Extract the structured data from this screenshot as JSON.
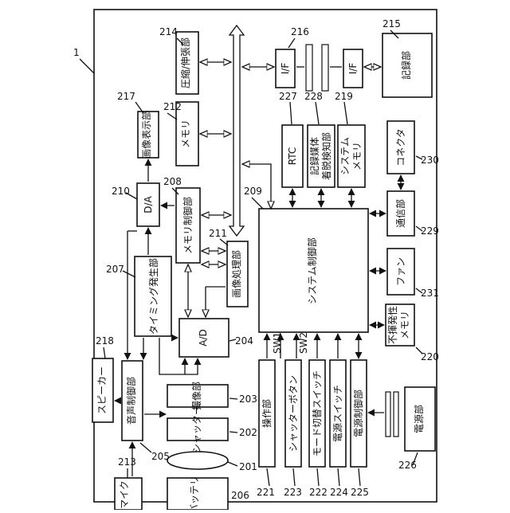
{
  "diagram": {
    "device_ref": "1",
    "blocks": {
      "compress": "圧縮/伸張部",
      "memory": "メモリ",
      "image_display": "画像表示部",
      "da": "D/A",
      "memory_control": "メモリ制御部",
      "timing": "タイミング発生部",
      "image_processing": "画像処理部",
      "ad": "A/D",
      "speaker": "スピーカー",
      "audio_control": "音声制御部",
      "imaging": "撮像部",
      "shutter": "シャッター",
      "mic": "マイク",
      "battery": "バッテリ",
      "operation": "操作部",
      "shutter_button": "シャッターボタン",
      "mode_switch": "モード切替スイッチ",
      "power_switch": "電源スイッチ",
      "power_control": "電源制御部",
      "system_control": "システム制御部",
      "rtc": "RTC",
      "media_detect_a": "記録媒体",
      "media_detect_b": "着脱検知部",
      "sys_mem_a": "システム",
      "sys_mem_b": "メモリ",
      "if1": "I/F",
      "if2": "I/F",
      "recording": "記録部",
      "connector": "コネクタ",
      "comm": "通信部",
      "fan": "ファン",
      "nvm_a": "不揮発性",
      "nvm_b": "メモリ",
      "power_unit": "電源部"
    },
    "signals": {
      "sw1": "SW1",
      "sw2": "SW2"
    },
    "refs": {
      "r214": "214",
      "r216": "216",
      "r215": "215",
      "r217": "217",
      "r212": "212",
      "r227": "227",
      "r228": "228",
      "r219": "219",
      "r230": "230",
      "r210": "210",
      "r208": "208",
      "r209": "209",
      "r211": "211",
      "r229": "229",
      "r207": "207",
      "r231": "231",
      "r218": "218",
      "r204": "204",
      "r220": "220",
      "r203": "203",
      "r202": "202",
      "r205": "205",
      "r226": "226",
      "r213": "213",
      "r201": "201",
      "r206": "206",
      "r221": "221",
      "r223": "223",
      "r222": "222",
      "r224": "224",
      "r225": "225"
    }
  }
}
